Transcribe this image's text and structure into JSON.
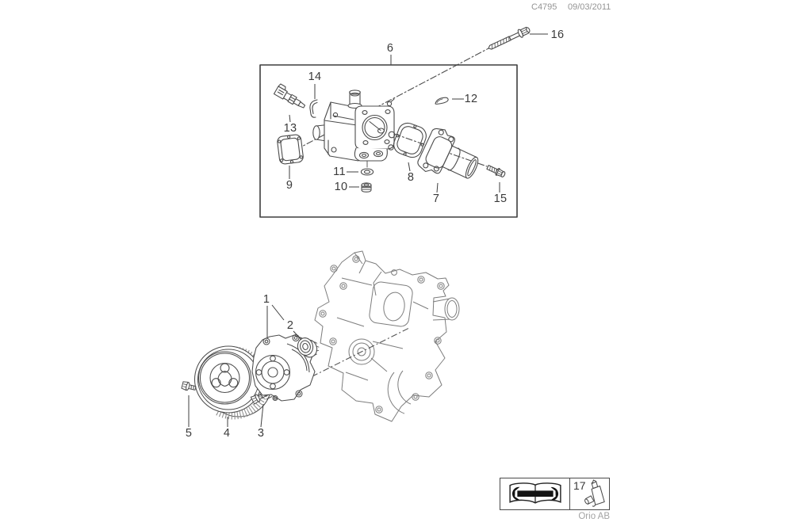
{
  "header": {
    "code": "C4795",
    "date": "09/03/2011"
  },
  "callouts": {
    "c1": "1",
    "c2": "2",
    "c3": "3",
    "c4": "4",
    "c5": "5",
    "c6": "6",
    "c7": "7",
    "c8": "8",
    "c9": "9",
    "c10": "10",
    "c11": "11",
    "c12": "12",
    "c13": "13",
    "c14": "14",
    "c15": "15",
    "c16": "16",
    "c17": "17"
  },
  "legend": {
    "icons": [
      "open-book-with-wrench-icon",
      "sealant-tube-icon"
    ]
  },
  "footer": {
    "brand": "Orio AB"
  },
  "colors": {
    "line": "#4c4c4c",
    "block_line": "#7d7d7d",
    "muted_text": "#949494",
    "label_text": "#3a3a3a"
  }
}
